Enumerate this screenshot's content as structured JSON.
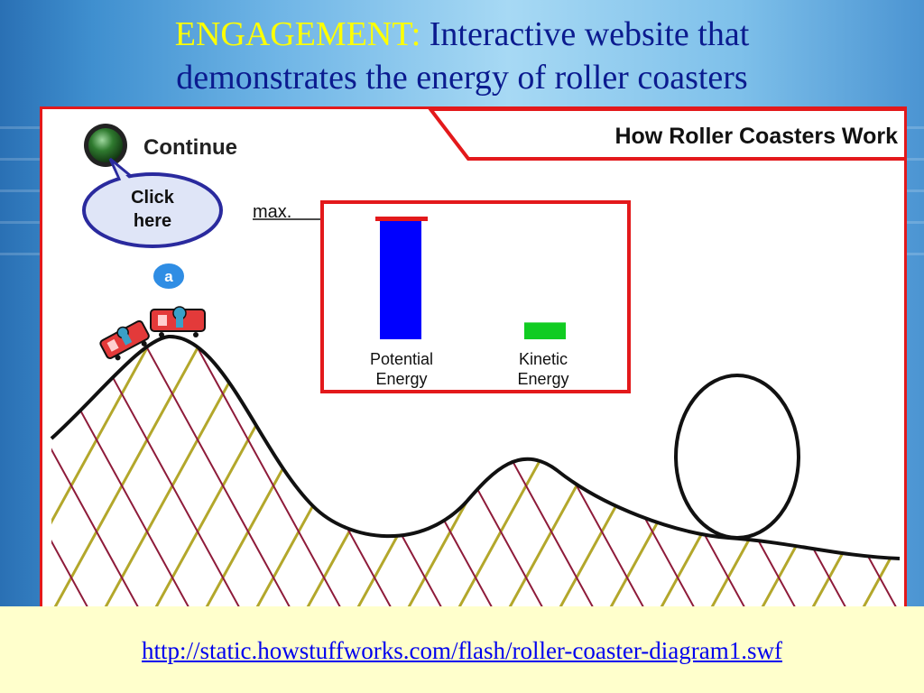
{
  "slide": {
    "title_accent": "ENGAGEMENT:",
    "title_line1_rest": " Interactive website that",
    "title_line2": "demonstrates the energy of roller coasters",
    "link_text": "http://static.howstuffworks.com/flash/roller-coaster-diagram1.swf",
    "link_url": "http://static.howstuffworks.com/flash/roller-coaster-diagram1.swf"
  },
  "app": {
    "header_title": "How Roller Coasters Work",
    "continue_label": "Continue",
    "callout_line1": "Click",
    "callout_line2": "here",
    "marker_label": "a",
    "max_label": "max.",
    "potential_line1": "Potential",
    "potential_line2": "Energy",
    "kinetic_line1": "Kinetic",
    "kinetic_line2": "Energy",
    "potential_level": 1.0,
    "kinetic_level": 0.14
  },
  "colors": {
    "frame_red": "#e3191b",
    "potential_bar": "#0000ff",
    "kinetic_bar": "#11cc22",
    "max_marker": "#e3191b",
    "lattice_gold": "#b3a72b",
    "lattice_maroon": "#8e1b3a",
    "continue_button": "#1f5a1f",
    "callout_fill": "#dfe5f7",
    "callout_stroke": "#2a2a9e",
    "marker_blue": "#2f8de4"
  }
}
